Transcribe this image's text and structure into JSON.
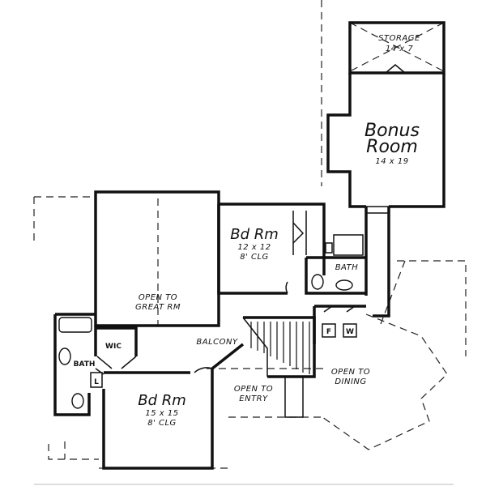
{
  "plan": {
    "storage": {
      "name": "STORAGE",
      "dims": "14 x 7"
    },
    "bonus": {
      "name_line1": "Bonus",
      "name_line2": "Room",
      "dims": "14 x 19"
    },
    "bedroom_upper": {
      "name": "Bd Rm",
      "dims": "12 x 12",
      "ceiling": "8' CLG"
    },
    "bedroom_lower": {
      "name": "Bd Rm",
      "dims": "15 x 15",
      "ceiling": "8' CLG"
    },
    "open_great_room": {
      "line1": "OPEN TO",
      "line2": "GREAT RM"
    },
    "open_entry": {
      "line1": "OPEN TO",
      "line2": "ENTRY"
    },
    "open_dining": {
      "line1": "OPEN TO",
      "line2": "DINING"
    },
    "balcony": "BALCONY",
    "bath_upper": "BATH",
    "bath_lower": "BATH",
    "wic": "WIC",
    "linen": "L",
    "furnace": "F",
    "water_heater": "W"
  }
}
